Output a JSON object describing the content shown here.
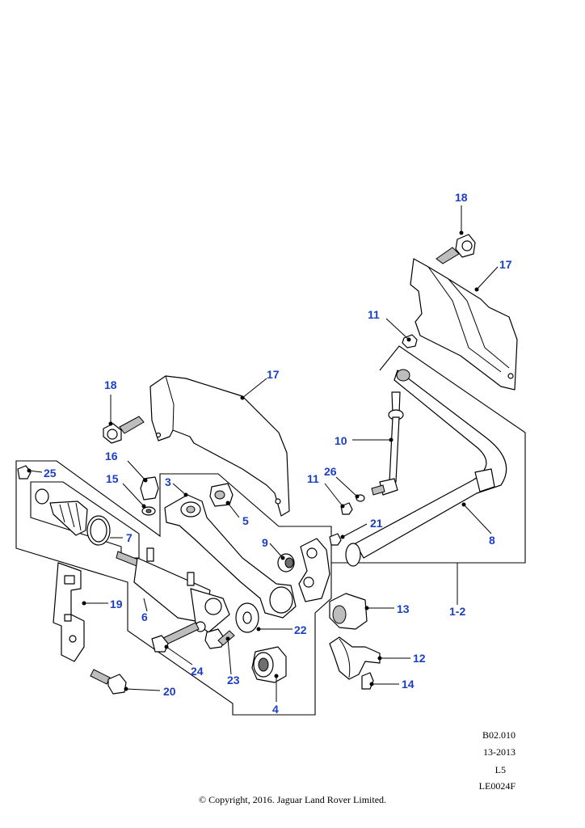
{
  "diagram": {
    "callouts": [
      "18",
      "17",
      "11",
      "17",
      "18",
      "10",
      "16",
      "26",
      "11",
      "15",
      "25",
      "3",
      "5",
      "21",
      "9",
      "8",
      "7",
      "1-2",
      "19",
      "6",
      "13",
      "22",
      "12",
      "24",
      "23",
      "14",
      "20",
      "4"
    ],
    "meta": {
      "ref": "B02.010",
      "date": "13-2013",
      "level": "L5",
      "code": "LE0024F"
    },
    "copyright": "© Copyright, 2016. Jaguar Land Rover Limited."
  }
}
